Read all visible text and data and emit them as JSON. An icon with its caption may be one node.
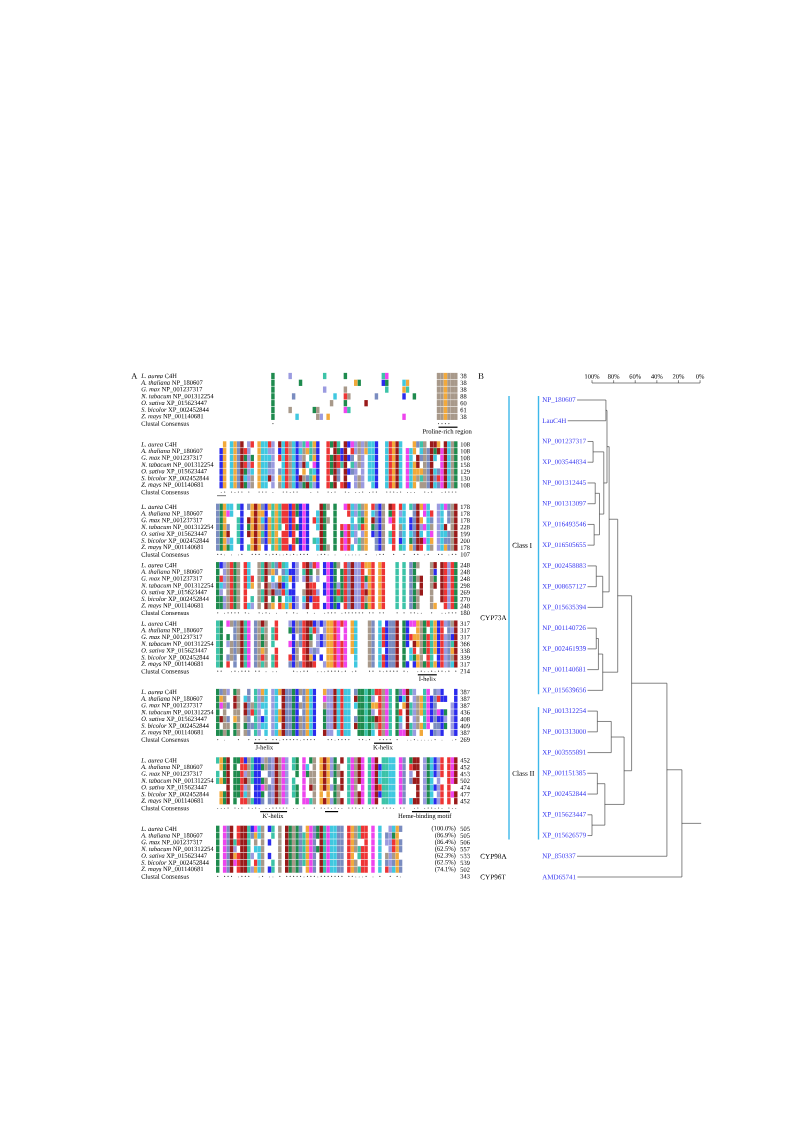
{
  "diagram": {
    "labels": [
      "A",
      "*L. aurea* C4H",
      "38",
      "*A. thaliana* NP_180607",
      "38",
      "*G. max* NP_001237317",
      "38",
      "*N. tabacum* NP_001312254",
      "88",
      "*O. sativa* XP_015623447",
      "60",
      "*S. bicolor* XP_002452844",
      "61",
      "*Z. mays* NP_001140681",
      "38",
      "Clustal Consensus",
      "Proline-rich region",
      "*L. aurea* C4H",
      "108",
      "*A. thaliana* NP_180607",
      "108",
      "*G. max* NP_001237317",
      "108",
      "*N. tabacum* NP_001312254",
      "158",
      "*O. sativa* XP_015623447",
      "129",
      "*S. bicolor* XP_002452844",
      "130",
      "*Z. mays* NP_001140681",
      "108",
      "Clustal Consensus",
      "*L. aurea* C4H",
      "178",
      "*A. thaliana* NP_180607",
      "178",
      "*G. max* NP_001237317",
      "178",
      "*N. tabacum* NP_001312254",
      "228",
      "*O. sativa* XP_015623447",
      "199",
      "*S. bicolor* XP_002452844",
      "200",
      "*Z. mays* NP_001140681",
      "178",
      "Clustal Consensus",
      "107",
      "*L. aurea* C4H",
      "248",
      "*A. thaliana* NP_180607",
      "248",
      "*G. max* NP_001237317",
      "248",
      "*N. tabacum* NP_001312254",
      "298",
      "*O. sativa* XP_015623447",
      "269",
      "*S. bicolor* XP_002452844",
      "270",
      "*Z. mays* NP_001140681",
      "248",
      "Clustal Consensus",
      "180",
      "*L. aurea* C4H",
      "317",
      "*A. thaliana* NP_180607",
      "317",
      "*G. max* NP_001237317",
      "317",
      "*N. tabacum* NP_001312254",
      "366",
      "*O. sativa* XP_015623447",
      "338",
      "*S. bicolor* XP_002452844",
      "339",
      "*Z. mays* NP_001140681",
      "317",
      "Clustal Consensus",
      "214",
      "I-helix",
      "*L. aurea* C4H",
      "387",
      "*A. thaliana* NP_180607",
      "387",
      "*G. max* NP_001237317",
      "387",
      "*N. tabacum* NP_001312254",
      "436",
      "*O. sativa* XP_015623447",
      "408",
      "*S. bicolor* XP_002452844",
      "409",
      "*Z. mays* NP_001140681",
      "387",
      "Clustal Consensus",
      "269",
      "J-helix",
      "K-helix",
      "*L. aurea* C4H",
      "452",
      "*A. thaliana* NP_180607",
      "452",
      "*G. max* NP_001237317",
      "453",
      "*N. tabacum* NP_001312254",
      "502",
      "*O. sativa* XP_015623447",
      "474",
      "*S. bicolor* XP_002452844",
      "477",
      "*Z. mays* NP_001140681",
      "452",
      "Clustal Consensus",
      "K'-helix",
      "Heme-binding motif",
      "*L. aurea* C4H",
      "(100.0%)",
      "505",
      "*A. thaliana* NP_180607",
      "(86.9%)",
      "505",
      "*G. max* NP_001237317",
      "(86.4%)",
      "506",
      "*N. tabacum* NP_001312254",
      "(62.5%)",
      "557",
      "*O. sativa* XP_015623447",
      "(62.3%)",
      "533",
      "*S. bicolor* XP_002452844",
      "(62.5%)",
      "539",
      "*Z. mays* NP_001140681",
      "(74.1%)",
      "502",
      "Clustal Consensus",
      "343",
      "B",
      "100%",
      "80%",
      "60%",
      "40%",
      "20%",
      "0%",
      "CYP73A",
      "Class I",
      "NP_180607",
      "LauC4H",
      "NP_001237317",
      "XP_003544834",
      "NP_001312445",
      "NP_001313097",
      "XP_016493546",
      "XP_016505655",
      "XP_002458883",
      "XP_008657127",
      "XP_015635394",
      "NP_001140726",
      "XP_002461939",
      "NP_001140681",
      "XP_015639656",
      "Class II",
      "NP_001312254",
      "NP_001313000",
      "XP_003555891",
      "NP_001151385",
      "XP_002452844",
      "XP_015623447",
      "XP_015626579",
      "CYP98A",
      "NP_850337",
      "CYP96T",
      "AMD65741"
    ]
  }
}
